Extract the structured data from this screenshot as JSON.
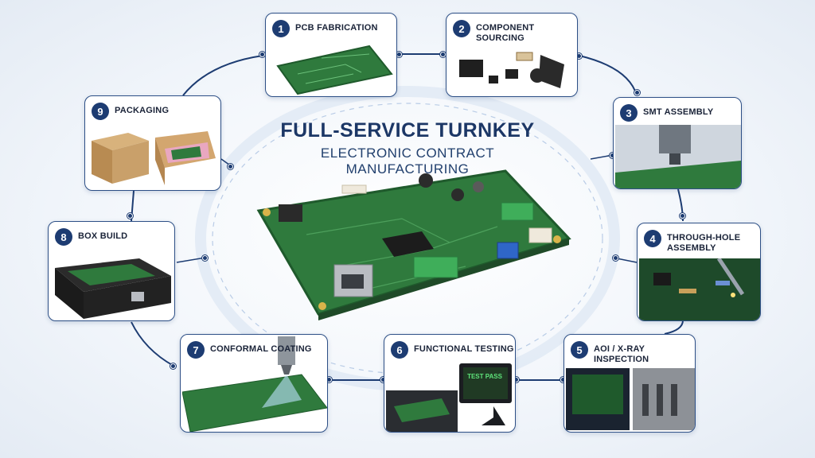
{
  "title": {
    "main": "FULL-SERVICE TURNKEY",
    "sub": "ELECTRONIC CONTRACT MANUFACTURING"
  },
  "steps": [
    {
      "num": "1",
      "label": "PCB FABRICATION"
    },
    {
      "num": "2",
      "label": "COMPONENT SOURCING"
    },
    {
      "num": "3",
      "label": "SMT ASSEMBLY"
    },
    {
      "num": "4",
      "label": "THROUGH-HOLE ASSEMBLY"
    },
    {
      "num": "5",
      "label": "AOI / X-RAY INSPECTION"
    },
    {
      "num": "6",
      "label": "FUNCTIONAL TESTING"
    },
    {
      "num": "7",
      "label": "CONFORMAL COATING"
    },
    {
      "num": "8",
      "label": "BOX BUILD"
    },
    {
      "num": "9",
      "label": "PACKAGING"
    }
  ],
  "test_screen_text": "TEST PASS",
  "colors": {
    "accent": "#1d3c72",
    "board": "#2f7a3d",
    "board_dark": "#1f5a2c",
    "box": "#c9a06a",
    "terminal": "#3fae5a"
  }
}
